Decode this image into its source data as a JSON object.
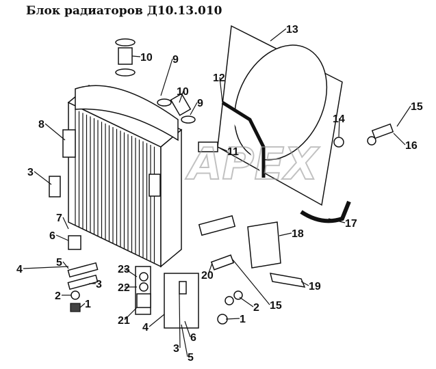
{
  "title": "Блок радиаторов Д10.13.010",
  "watermark": "APEX",
  "labels": [
    "13",
    "10",
    "9",
    "12",
    "10",
    "9",
    "15",
    "14",
    "8",
    "16",
    "11",
    "3",
    "17",
    "7",
    "6",
    "18",
    "5",
    "4",
    "23",
    "20",
    "3",
    "22",
    "19",
    "15",
    "2",
    "1",
    "2",
    "1",
    "21",
    "4",
    "6",
    "3",
    "5"
  ]
}
